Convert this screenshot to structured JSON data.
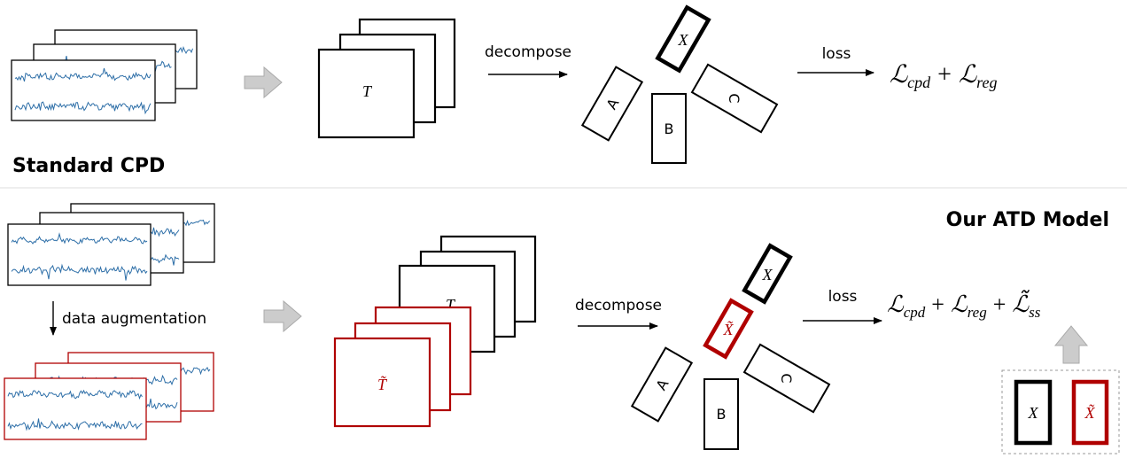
{
  "top": {
    "title": "Standard CPD",
    "decompose_label": "decompose",
    "loss_label": "loss",
    "tensor_label": "T",
    "factors": {
      "x": "X",
      "a": "A",
      "b": "B",
      "c": "C"
    },
    "loss_formula": {
      "l1": "ℒ",
      "s1": "cpd",
      "plus1": "+",
      "l2": "ℒ",
      "s2": "reg"
    }
  },
  "bottom": {
    "title": "Our ATD Model",
    "augmentation_label": "data augmentation",
    "decompose_label": "decompose",
    "loss_label": "loss",
    "tensor_label": "T",
    "aug_tensor_label": "T̃",
    "factors": {
      "x": "X",
      "x_tilde": "X̃",
      "a": "A",
      "b": "B",
      "c": "C"
    },
    "loss_formula": {
      "l1": "ℒ",
      "s1": "cpd",
      "plus1": "+",
      "l2": "ℒ",
      "s2": "reg",
      "plus2": "+",
      "l3": "ℒ̃",
      "s3": "ss"
    },
    "legend": {
      "x": "X",
      "x_tilde": "X̃"
    }
  },
  "colors": {
    "black": "#000000",
    "red": "#b00000",
    "signal": "#2e6fa8",
    "gray_arrow": "#cccccc",
    "divider": "#dddddd"
  }
}
